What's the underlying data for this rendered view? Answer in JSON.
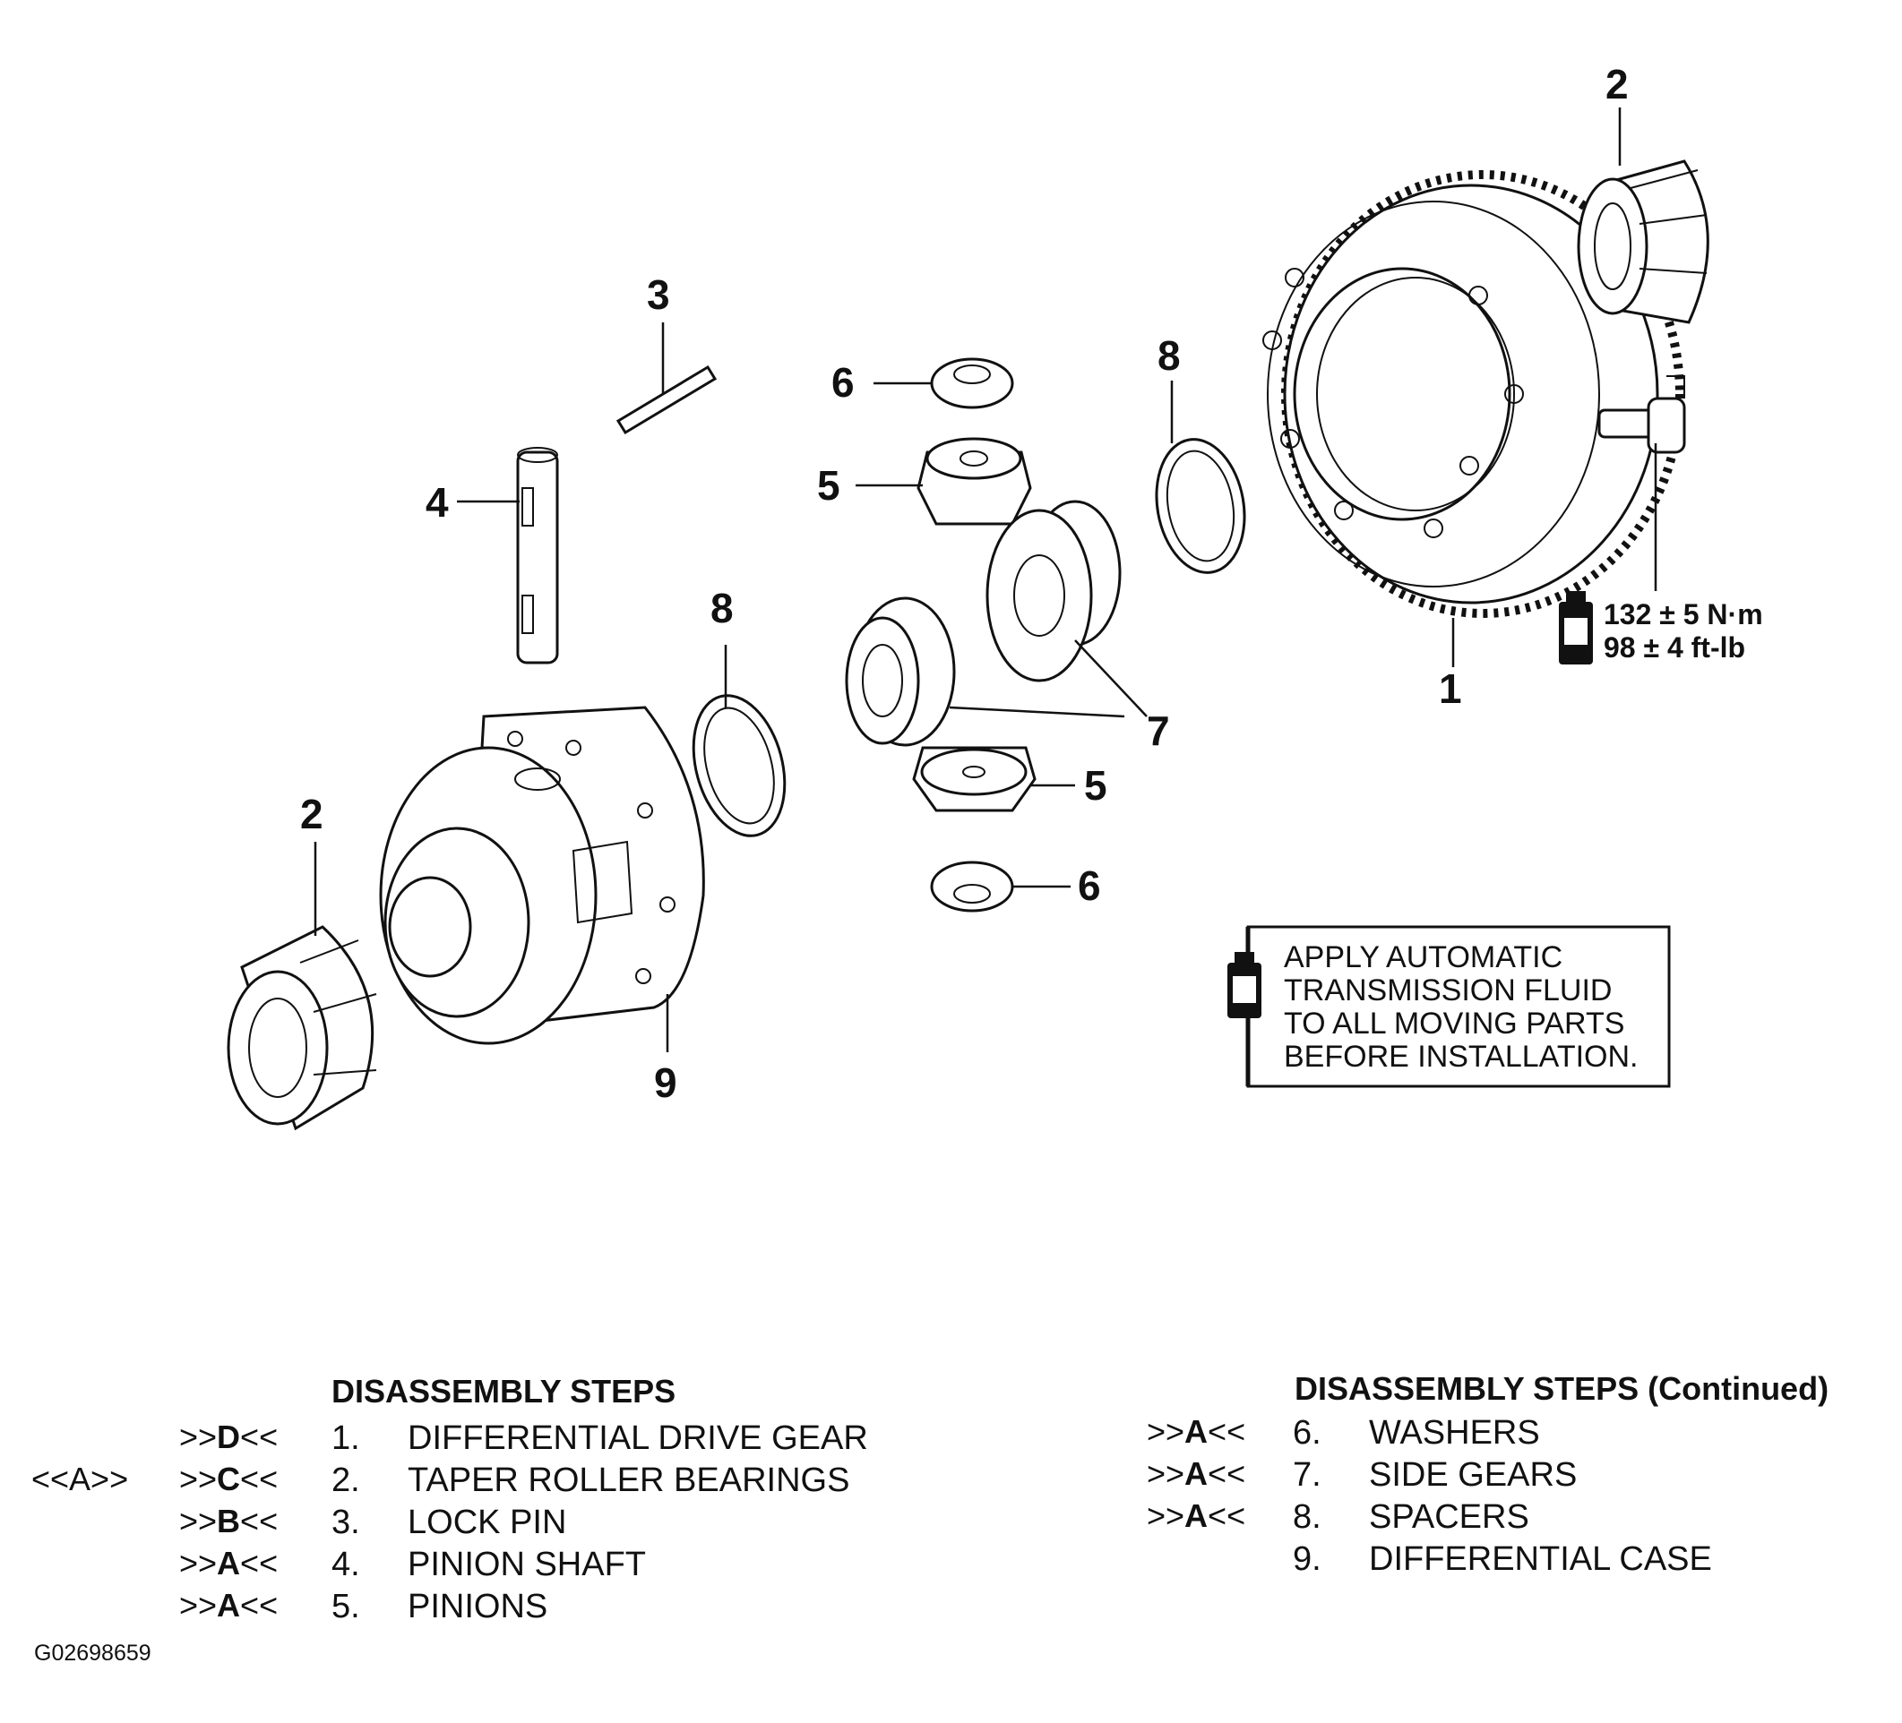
{
  "callouts": {
    "c1": "1",
    "c2_top": "2",
    "c2_left": "2",
    "c3": "3",
    "c4": "4",
    "c5_top": "5",
    "c5_bot": "5",
    "c6_top": "6",
    "c6_bot": "6",
    "c7": "7",
    "c8_left": "8",
    "c8_right": "8",
    "c9": "9"
  },
  "torque": {
    "metric": "132 ± 5 N·m",
    "imperial": "98 ± 4 ft-lb"
  },
  "note": {
    "lines": [
      "APPLY AUTOMATIC",
      "TRANSMISSION FLUID",
      "TO ALL MOVING PARTS",
      "BEFORE INSTALLATION."
    ],
    "icon": "fluid-bottle-icon"
  },
  "legend_left": {
    "title": "DISASSEMBLY STEPS",
    "steps": [
      {
        "install": "",
        "remove_pre": ">>",
        "remove_letter": "D",
        "remove_post": "<<",
        "num": "1.",
        "name": "DIFFERENTIAL DRIVE GEAR"
      },
      {
        "install": "<<A>>",
        "remove_pre": ">>",
        "remove_letter": "C",
        "remove_post": "<<",
        "num": "2.",
        "name": "TAPER ROLLER BEARINGS"
      },
      {
        "install": "",
        "remove_pre": ">>",
        "remove_letter": "B",
        "remove_post": "<<",
        "num": "3.",
        "name": "LOCK PIN"
      },
      {
        "install": "",
        "remove_pre": ">>",
        "remove_letter": "A",
        "remove_post": "<<",
        "num": "4.",
        "name": "PINION SHAFT"
      },
      {
        "install": "",
        "remove_pre": ">>",
        "remove_letter": "A",
        "remove_post": "<<",
        "num": "5.",
        "name": "PINIONS"
      }
    ]
  },
  "legend_right": {
    "title": "DISASSEMBLY STEPS (Continued)",
    "steps": [
      {
        "remove_pre": ">>",
        "remove_letter": "A",
        "remove_post": "<<",
        "num": "6.",
        "name": "WASHERS"
      },
      {
        "remove_pre": ">>",
        "remove_letter": "A",
        "remove_post": "<<",
        "num": "7.",
        "name": "SIDE GEARS"
      },
      {
        "remove_pre": ">>",
        "remove_letter": "A",
        "remove_post": "<<",
        "num": "8.",
        "name": "SPACERS"
      },
      {
        "remove_pre": "",
        "remove_letter": "",
        "remove_post": "",
        "num": "9.",
        "name": "DIFFERENTIAL CASE"
      }
    ]
  },
  "figure_id": "G02698659"
}
